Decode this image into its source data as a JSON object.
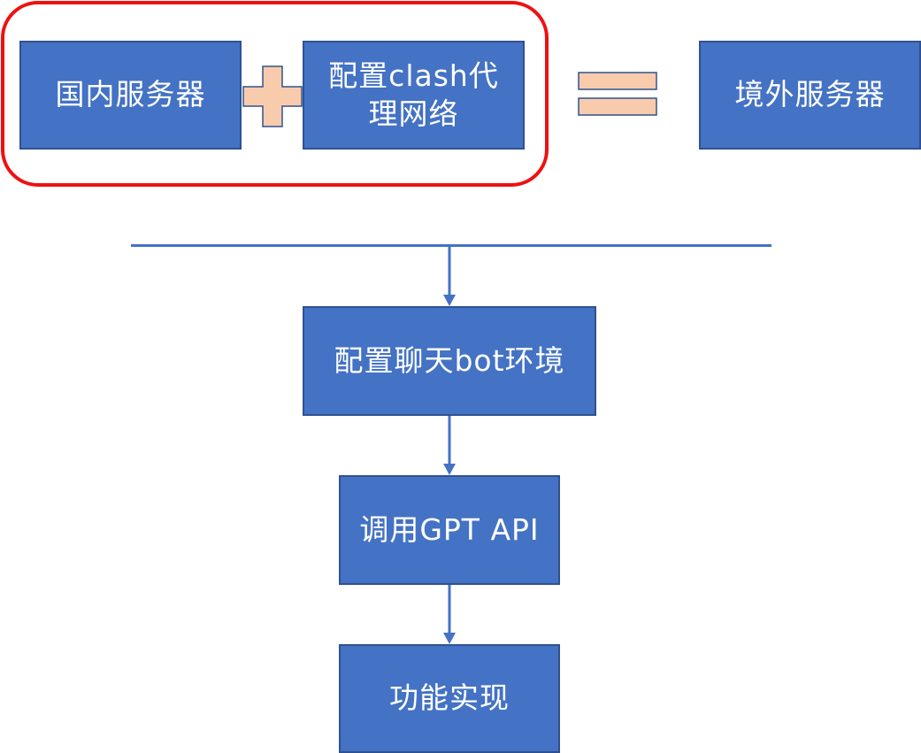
{
  "nodes": {
    "domestic_server": "国内服务器",
    "clash_proxy_line1": "配置clash代",
    "clash_proxy_line2": "理网络",
    "overseas_server": "境外服务器",
    "bot_env": "配置聊天bot环境",
    "gpt_api": "调用GPT API",
    "feature_done": "功能实现"
  },
  "symbols": {
    "plus": "plus-icon",
    "equals": "equals-icon"
  },
  "colors": {
    "box_fill": "#4472c4",
    "box_border": "#2f528f",
    "operator_fill": "#f8cbad",
    "highlight_border": "#ee1111",
    "connector": "#4472c4"
  }
}
